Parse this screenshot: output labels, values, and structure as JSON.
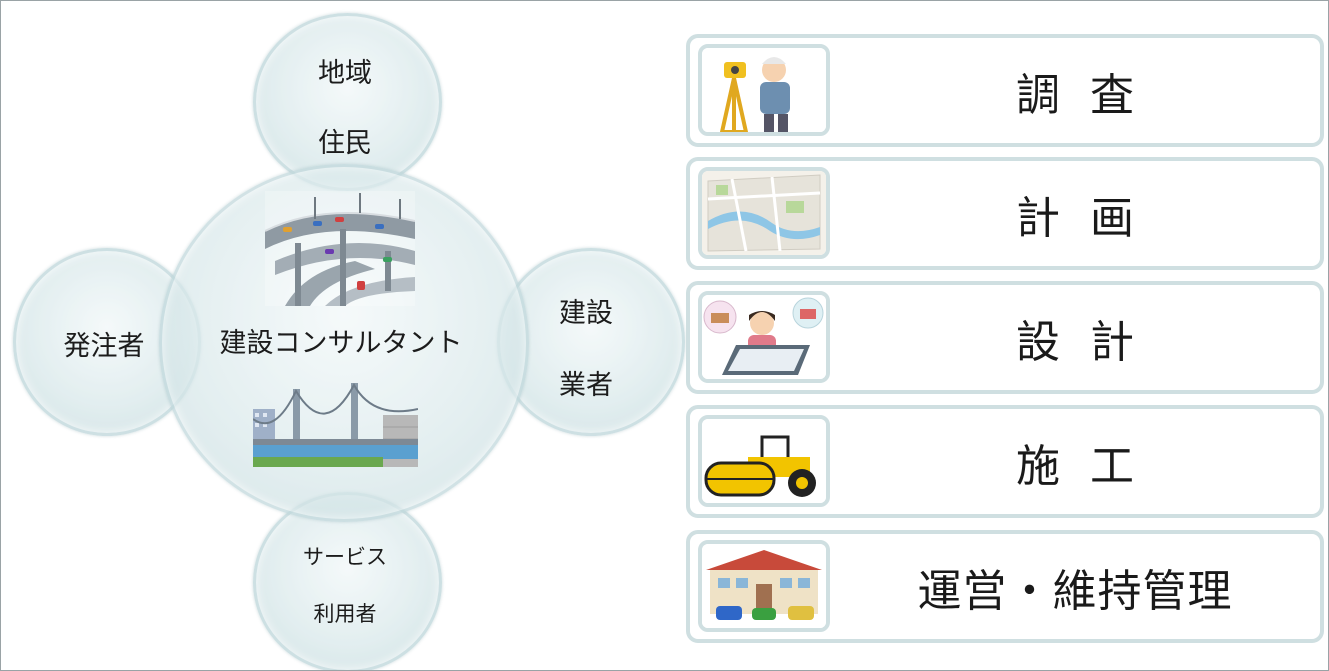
{
  "diagram": {
    "center": "建設コンサルタント",
    "top": [
      "地域",
      "住民"
    ],
    "left": "発注者",
    "right": [
      "建設",
      "業者"
    ],
    "bottom": [
      "サービス",
      "利用者"
    ]
  },
  "steps": [
    {
      "label": "調査",
      "icon": "surveyor-icon"
    },
    {
      "label": "計画",
      "icon": "city-map-icon"
    },
    {
      "label": "設計",
      "icon": "designer-icon"
    },
    {
      "label": "施工",
      "icon": "road-roller-icon"
    },
    {
      "label": "運営・維持管理",
      "icon": "building-icon"
    }
  ],
  "colors": {
    "circle_fill": "#dbeaec",
    "circle_border": "#bed6da",
    "card_border": "#cfdfe1",
    "text": "#1c1c1c"
  }
}
